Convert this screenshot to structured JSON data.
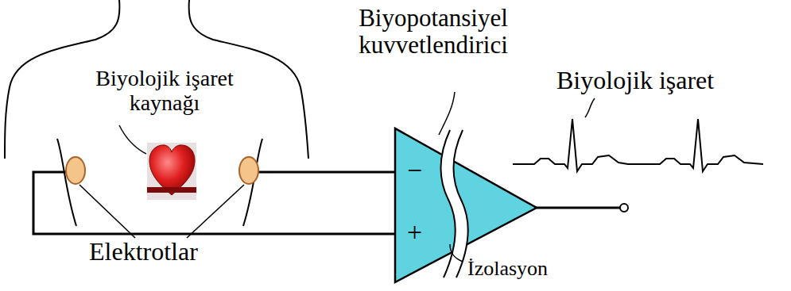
{
  "diagram": {
    "labels": [
      "Biyolojik işaret kaynağı",
      "Biyopotansiyel kuvvetlendirici",
      "Biyolojik işaret",
      "Elektrotlar",
      "İzolasyon",
      "−",
      "+"
    ]
  }
}
